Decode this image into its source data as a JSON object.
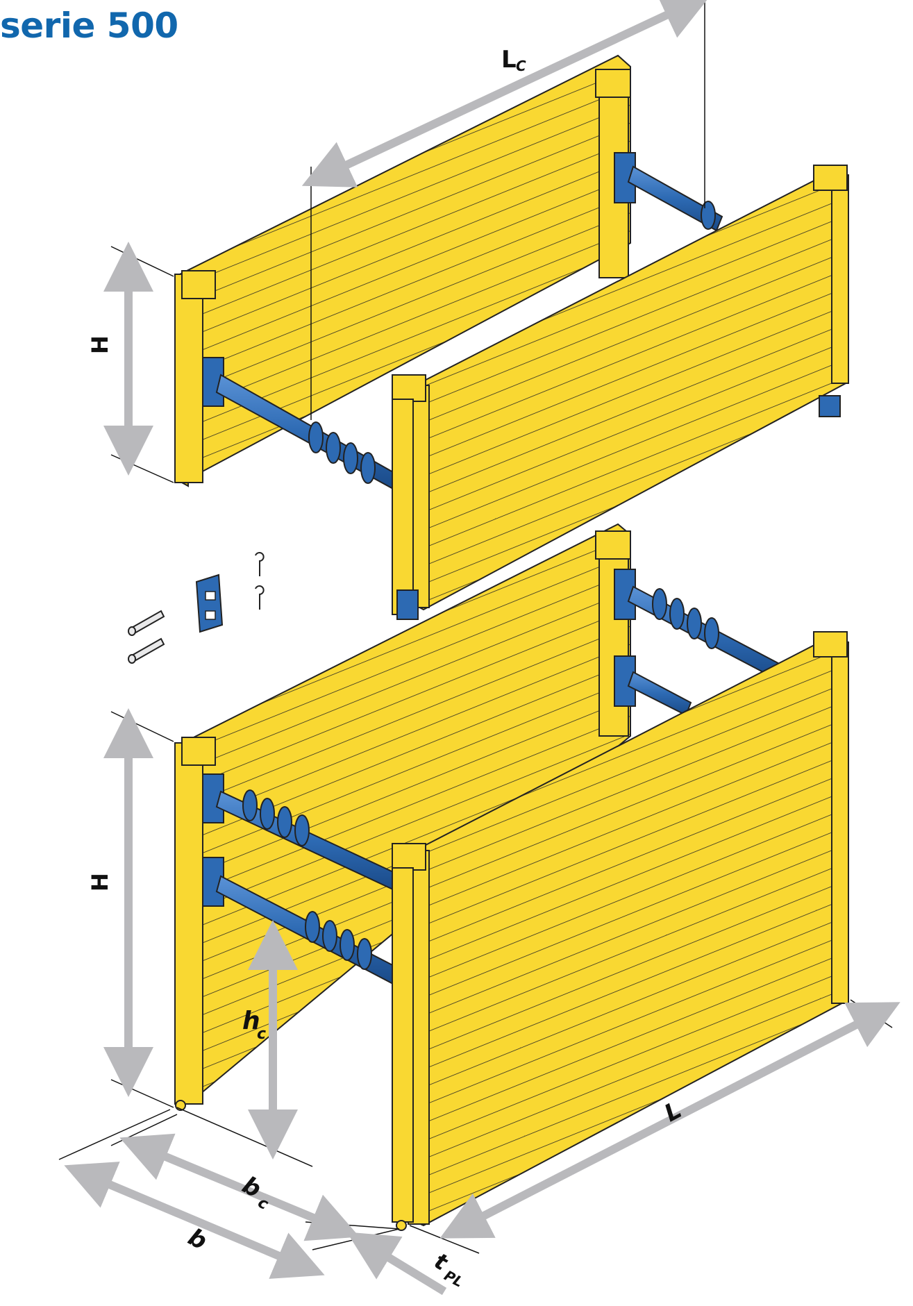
{
  "title": "serie 500",
  "labels": {
    "panel_length_clear": "L",
    "panel_length_clear_sub": "C",
    "height_top": "H",
    "height_bottom": "H",
    "pipe_clearance": "h",
    "pipe_clearance_sub": "c",
    "panel_length": "L",
    "clear_width": "b",
    "clear_width_sub": "c",
    "total_width": "b",
    "panel_thickness": "t",
    "panel_thickness_sub": "PL"
  },
  "colors": {
    "panel": "#f9d832",
    "panel_dark": "#d8b511",
    "strut": "#2d6ab3",
    "strut_dark": "#1c4c8c",
    "dimension_arrow": "#b9b9bc",
    "title": "#1167ad"
  }
}
